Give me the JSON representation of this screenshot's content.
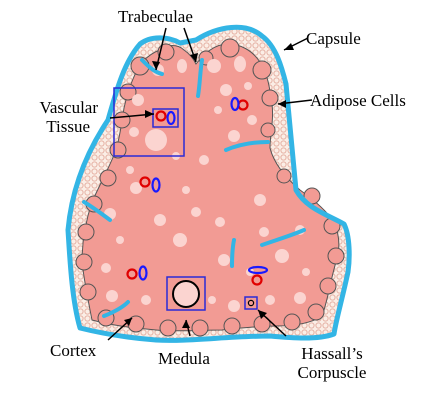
{
  "labels": {
    "trabeculae": "Trabeculae",
    "capsule": "Capsule",
    "adipose": "Adipose Cells",
    "vascular_line1": "Vascular",
    "vascular_line2": "Tissue",
    "cortex": "Cortex",
    "medula": "Medula",
    "hassall_line1": "Hassall’s",
    "hassall_line2": "Corpuscle"
  },
  "colors": {
    "capsule": "#33b5e5",
    "adipose_fill": "#fbeee6",
    "adipose_pattern": "#e6b3a6",
    "tissue": "#f29b94",
    "tissue_edge": "#555555",
    "cells": "#fbd4d0",
    "vessel_red": "#e00000",
    "vessel_blue": "#1a1aff",
    "box_blue": "#2b2bd6",
    "text": "#000000"
  }
}
